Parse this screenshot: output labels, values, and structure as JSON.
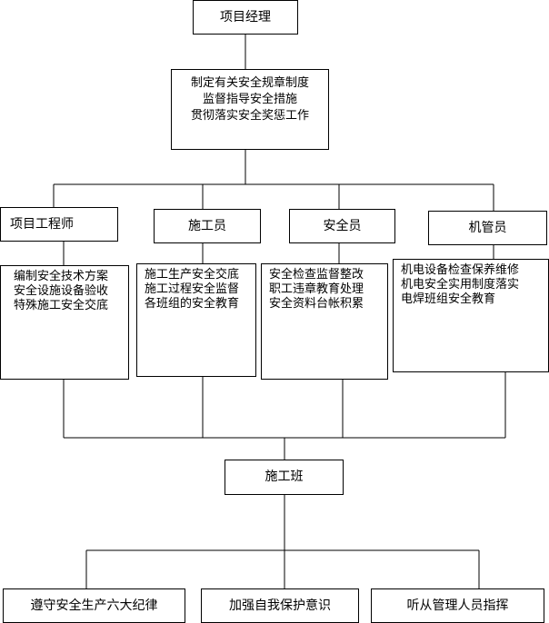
{
  "manager": {
    "title": "项目经理"
  },
  "manager_duties": {
    "lines": [
      "制定有关安全规章制度",
      "监督指导安全措施",
      "贯彻落实安全奖惩工作"
    ]
  },
  "roles": [
    {
      "title": "项目工程师",
      "duties": [
        "编制安全技术方案",
        "安全设施设备验收",
        "特殊施工安全交底"
      ]
    },
    {
      "title": "施工员",
      "duties": [
        "施工生产安全交底",
        "施工过程安全监督",
        "各班组的安全教育"
      ]
    },
    {
      "title": "安全员",
      "duties": [
        "安全检查监督整改",
        "职工违章教育处理",
        "安全资料台帐积累"
      ]
    },
    {
      "title": "机管员",
      "duties": [
        "机电设备检查保养维修",
        "机电安全实用制度落实",
        "电焊班组安全教育"
      ]
    }
  ],
  "team": {
    "title": "施工班"
  },
  "rules": [
    {
      "label": "遵守安全生产六大纪律"
    },
    {
      "label": "加强自我保护意识"
    },
    {
      "label": "听从管理人员指挥"
    }
  ]
}
